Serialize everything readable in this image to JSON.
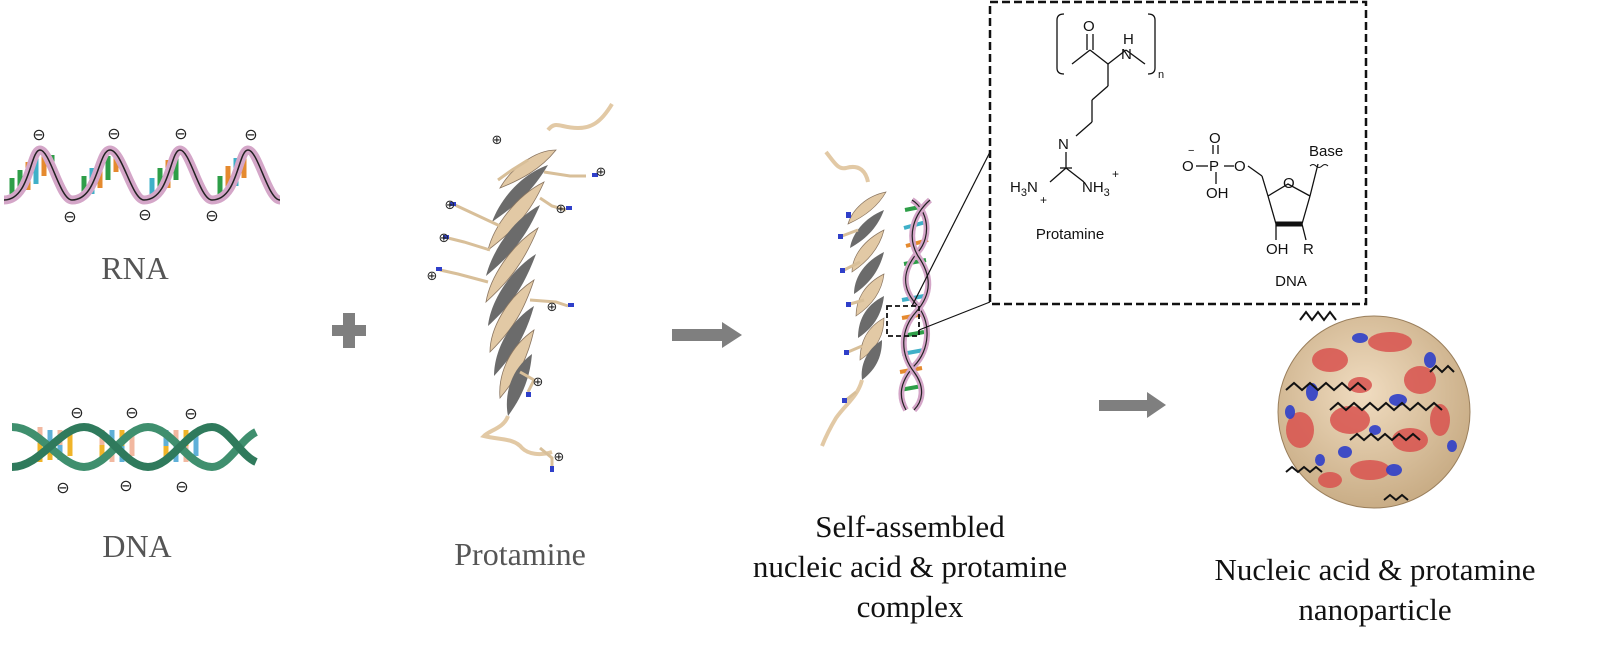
{
  "labels": {
    "rna": "RNA",
    "dna": "DNA",
    "protamine": "Protamine",
    "complex_line1": "Self-assembled",
    "complex_line2": "nucleic acid & protamine",
    "complex_line3": "complex",
    "nanoparticle_line1": "Nucleic acid & protamine",
    "nanoparticle_line2": "nanoparticle"
  },
  "inset": {
    "protamine_caption": "Protamine",
    "dna_caption": "DNA",
    "atoms": {
      "O": "O",
      "H": "H",
      "N": "N",
      "n": "n",
      "OH": "OH",
      "P": "P",
      "Base": "Base",
      "R": "R",
      "minus": "−",
      "plus": "+"
    }
  },
  "charges": {
    "negative": "⊖",
    "positive": "⊕"
  },
  "colors": {
    "arrow": "#7f7f7f",
    "rna_strand": "#d4a6c8",
    "dna_strand": "#3f8f6e",
    "protamine_ribbon": "#e2c9a5",
    "nanoparticle_red": "#d9534f",
    "nanoparticle_blue": "#2f3fc9",
    "nanoparticle_tan": "#e6cfae"
  }
}
